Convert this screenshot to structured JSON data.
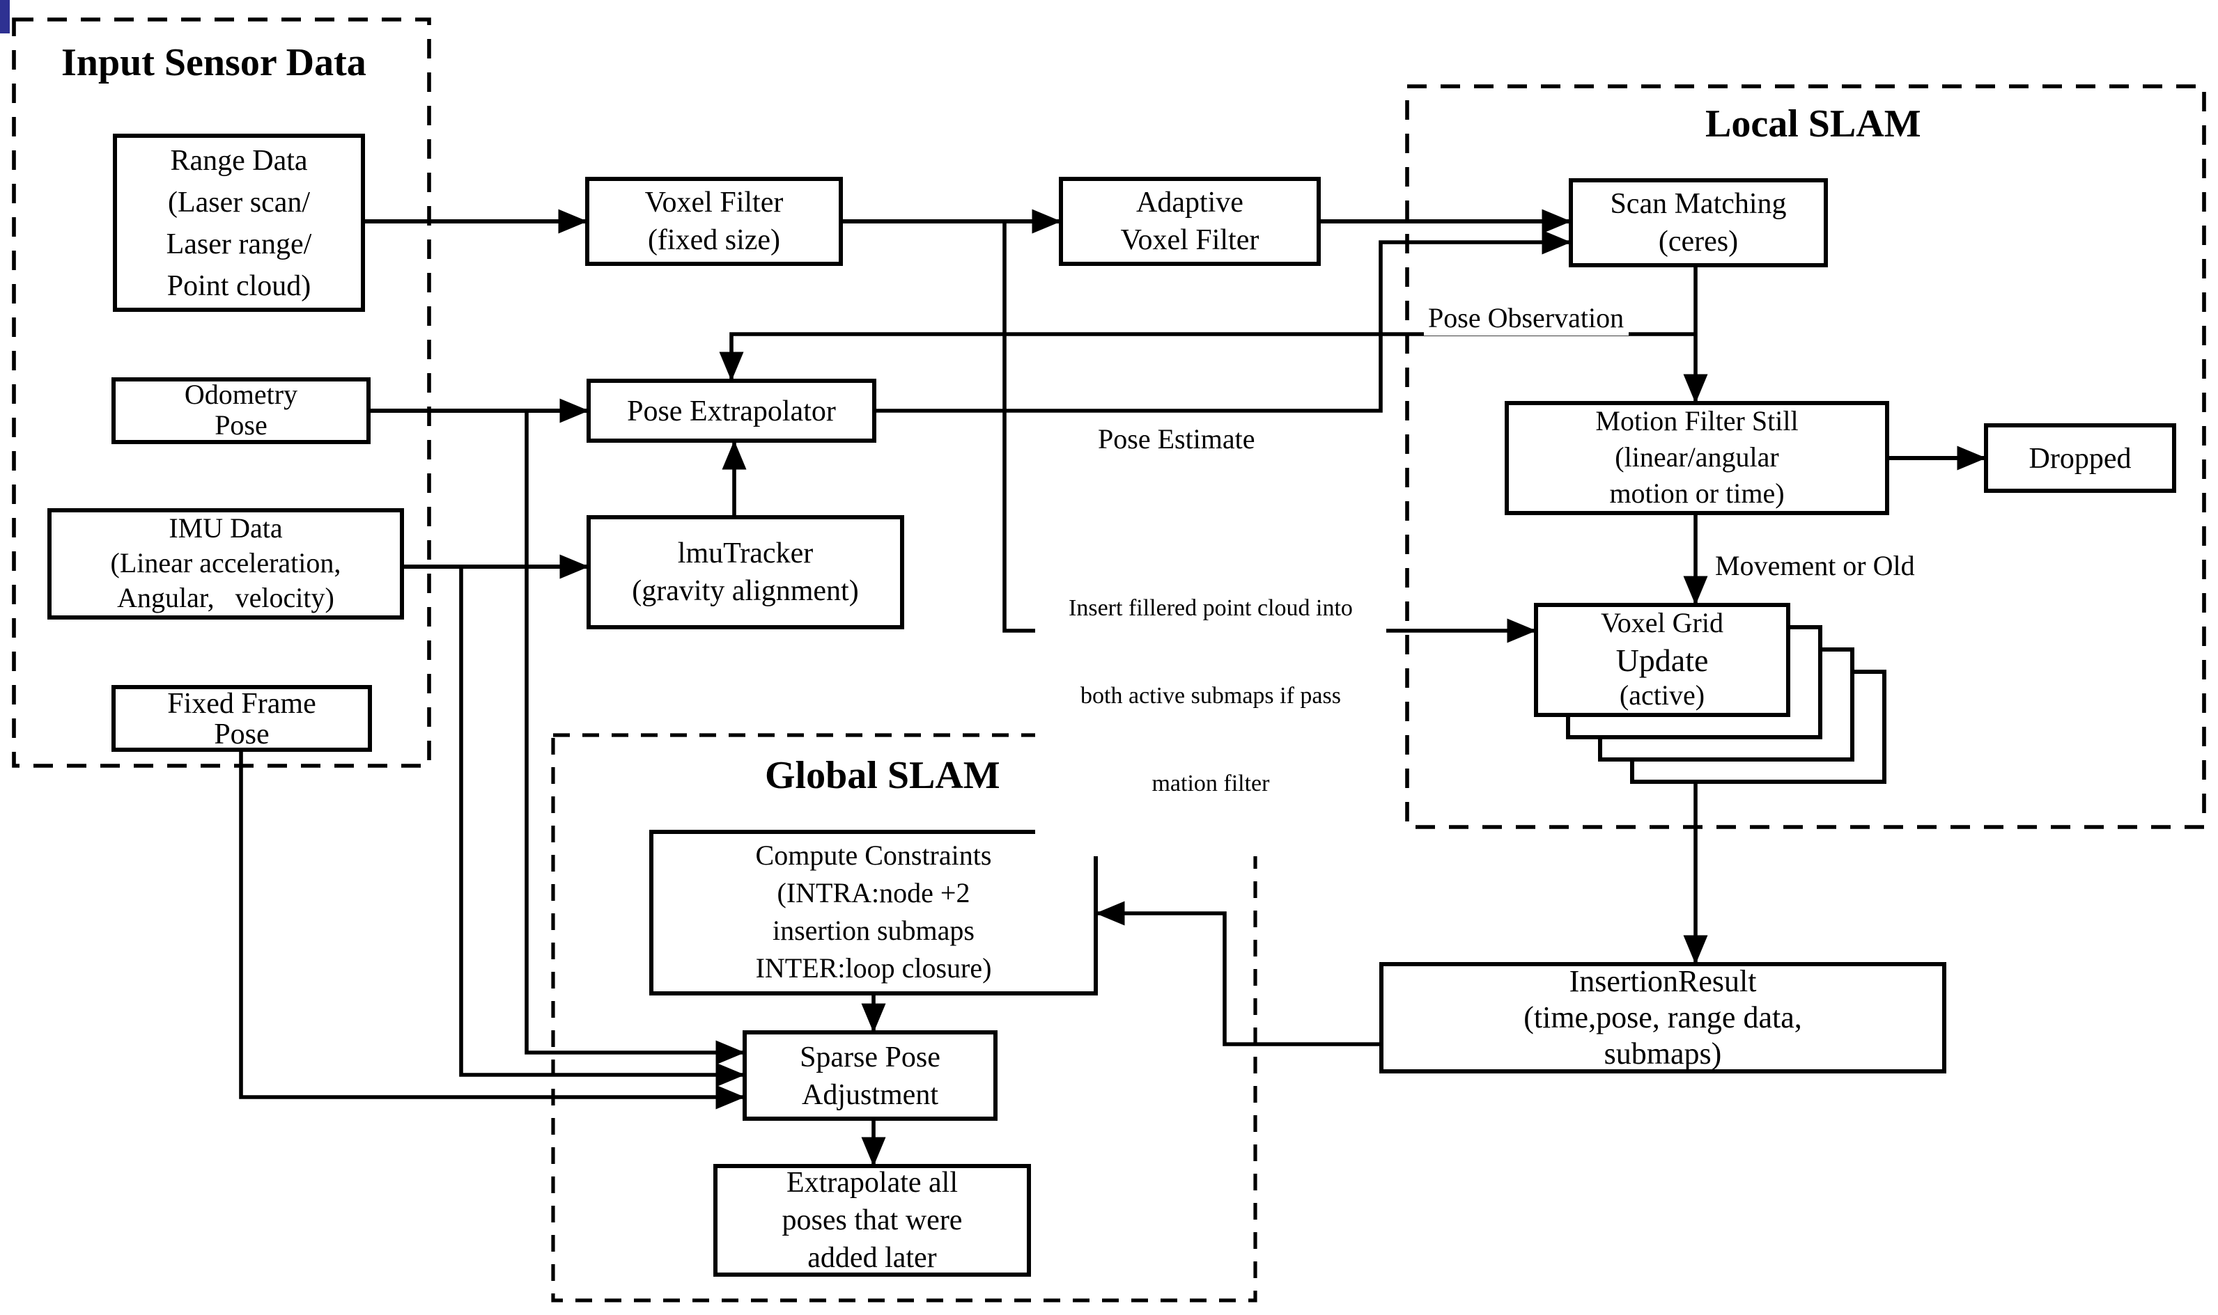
{
  "diagram": {
    "colors": {
      "ink": "#000000",
      "background": "#ffffff",
      "corner_artifact": "#2e3192"
    },
    "groups": {
      "input": {
        "title": "Input Sensor Data"
      },
      "local": {
        "title": "Local SLAM"
      },
      "global": {
        "title": "Global SLAM"
      }
    },
    "nodes": {
      "range_data": {
        "lines": [
          "Range Data",
          "(Laser scan/",
          "Laser range/",
          "Point cloud)"
        ]
      },
      "odometry_pose": {
        "lines": [
          "Odometry",
          "Pose"
        ]
      },
      "imu_data": {
        "lines": [
          "IMU Data",
          "(Linear acceleration,",
          "Angular,   velocity)"
        ]
      },
      "fixed_frame_pose": {
        "lines": [
          "Fixed Frame",
          "Pose"
        ]
      },
      "voxel_filter": {
        "lines": [
          "Voxel Filter",
          "(fixed size)"
        ]
      },
      "adaptive_voxel": {
        "lines": [
          "Adaptive",
          "Voxel Filter"
        ]
      },
      "scan_matching": {
        "lines": [
          "Scan Matching",
          "(ceres)"
        ]
      },
      "pose_extrapolator": {
        "lines": [
          "Pose Extrapolator"
        ]
      },
      "imu_tracker": {
        "lines": [
          "lmuTracker",
          "(gravity alignment)"
        ]
      },
      "motion_filter": {
        "lines": [
          "Motion Filter Still",
          "(linear/angular",
          "motion or time)"
        ]
      },
      "dropped": {
        "lines": [
          "Dropped"
        ]
      },
      "voxel_grid_update": {
        "lines": [
          "Voxel Grid",
          "Update",
          "(active)"
        ]
      },
      "compute_constraints": {
        "lines": [
          "Compute Constraints",
          "(INTRA:node +2",
          "insertion submaps",
          "INTER:loop closure)"
        ]
      },
      "sparse_pose_adjustment": {
        "lines": [
          "Sparse Pose",
          "Adjustment"
        ]
      },
      "extrapolate_poses": {
        "lines": [
          "Extrapolate all",
          "poses that were",
          "added later"
        ]
      },
      "insertion_result": {
        "lines": [
          "InsertionResult",
          "(time,pose, range data,",
          "submaps)"
        ]
      }
    },
    "labels": {
      "pose_observation": "Pose Observation",
      "pose_estimate": "Pose Estimate",
      "movement_or_old": "Movement or Old",
      "insert_note": {
        "lines": [
          "Insert fillered point cloud into",
          "both active submaps if pass",
          "mation filter"
        ]
      }
    }
  }
}
